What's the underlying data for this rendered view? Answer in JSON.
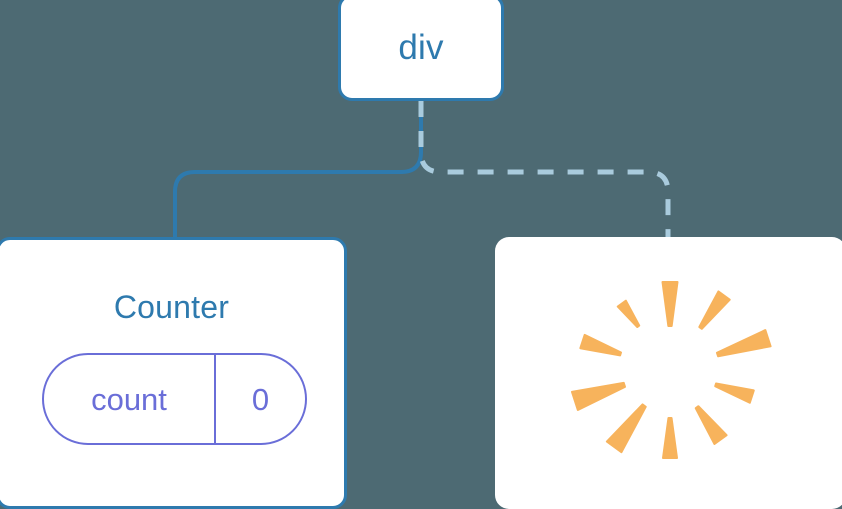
{
  "diagram": {
    "title": "React component tree with state and loading node",
    "background_color": "#4d6a73",
    "node_border_color": "#2e7aae",
    "node_fill_color": "#ffffff",
    "label_color": "#2e7aae",
    "state_color": "#6a6ed8",
    "spinner_color": "#f7b35c",
    "edge_solid_color": "#2e7aae",
    "edge_dashed_color": "#a9cbdd"
  },
  "nodes": {
    "root": {
      "label": "div"
    },
    "left_child": {
      "label": "Counter",
      "state": {
        "key": "count",
        "value": "0"
      }
    },
    "right_child": {
      "label": "",
      "icon": "loading-spinner-burst-icon",
      "ray_count": 10
    }
  },
  "edges": [
    {
      "name": "edge-div-to-counter",
      "style": "solid",
      "color": "#2e7aae",
      "from": "div",
      "to": "Counter"
    },
    {
      "name": "edge-div-to-spinner",
      "style": "dashed",
      "color": "#a9cbdd",
      "from": "div",
      "to": "spinner"
    }
  ],
  "spinner_rays": [
    {
      "angle": -90,
      "inner": 44,
      "outer": 88,
      "half_width_outer": 7.5
    },
    {
      "angle": -54,
      "inner": 52,
      "outer": 92,
      "half_width_outer": 7.0
    },
    {
      "angle": -18,
      "inner": 50,
      "outer": 103,
      "half_width_outer": 8.5
    },
    {
      "angle": 18,
      "inner": 48,
      "outer": 86,
      "half_width_outer": 6.5
    },
    {
      "angle": 54,
      "inner": 46,
      "outer": 86,
      "half_width_outer": 7.5
    },
    {
      "angle": 90,
      "inner": 48,
      "outer": 88,
      "half_width_outer": 7.0
    },
    {
      "angle": 126,
      "inner": 44,
      "outer": 95,
      "half_width_outer": 9.0
    },
    {
      "angle": 162,
      "inner": 48,
      "outer": 100,
      "half_width_outer": 9.5
    },
    {
      "angle": 198,
      "inner": 52,
      "outer": 92,
      "half_width_outer": 7.0
    },
    {
      "angle": 234,
      "inner": 54,
      "outer": 82,
      "half_width_outer": 5.0
    }
  ]
}
